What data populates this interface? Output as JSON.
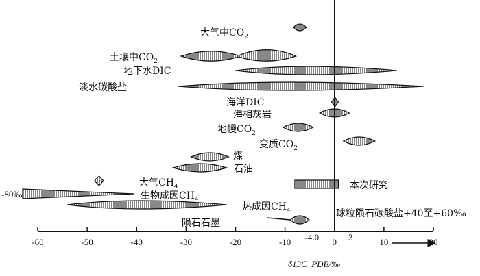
{
  "chart_data": {
    "type": "range",
    "title": "",
    "xlabel": "δ13C_PDB/‰",
    "xlabel_parts": {
      "delta": "δ",
      "sup": "13",
      "main": "C",
      "sub": "PDB",
      "unit": "/‰"
    },
    "xlim": [
      -60,
      20
    ],
    "xticks": [
      -60,
      -50,
      -40,
      -30,
      -20,
      -10,
      0,
      10,
      20
    ],
    "extra_tick_labels": [
      {
        "value": -4.0,
        "label": "-4.0"
      },
      {
        "value": 3,
        "label": "3"
      }
    ],
    "series": [
      {
        "name": "大气中CO2",
        "label": "大气中CO",
        "sub": "2",
        "range": [
          -8.3,
          -5.7
        ],
        "shape": "lens"
      },
      {
        "name": "土壤中CO2",
        "label": "土壤中CO",
        "sub": "2",
        "range": [
          -31,
          -7.8
        ],
        "shape": "double"
      },
      {
        "name": "地下水DIC",
        "label": "地下水DIC",
        "sub": "",
        "range": [
          -20,
          12.6
        ],
        "shape": "long"
      },
      {
        "name": "淡水碳酸盐",
        "label": "淡水碳酸盐",
        "sub": "",
        "range": [
          -31.6,
          18
        ],
        "shape": "long"
      },
      {
        "name": "海洋DIC",
        "label": "海洋DIC",
        "sub": "",
        "range": [
          -0.5,
          0.7
        ],
        "shape": "diamond"
      },
      {
        "name": "海相灰岩",
        "label": "海相灰岩",
        "sub": "",
        "range": [
          -3,
          3
        ],
        "shape": "lens"
      },
      {
        "name": "地幔CO2",
        "label": "地幔CO",
        "sub": "2",
        "range": [
          -10.4,
          -4.3
        ],
        "shape": "lens"
      },
      {
        "name": "变质CO2",
        "label": "变质CO",
        "sub": "2",
        "range": [
          1.8,
          8.2
        ],
        "shape": "lens"
      },
      {
        "name": "煤",
        "label": "煤",
        "sub": "",
        "range": [
          -29,
          -21.4
        ],
        "shape": "lens"
      },
      {
        "name": "石油",
        "label": "石油",
        "sub": "",
        "range": [
          -32.6,
          -21.8
        ],
        "shape": "lens"
      },
      {
        "name": "大气CH4",
        "label": "大气CH",
        "sub": "4",
        "range": [
          -48.5,
          -46.7
        ],
        "shape": "diamond"
      },
      {
        "name": "生物成因CH4",
        "label": "生物成因CH",
        "sub": "4",
        "range": [
          -80,
          -40.5
        ],
        "shape": "wedge",
        "note": "-80‰"
      },
      {
        "name": "热成因CH4",
        "label": "热成因CH",
        "sub": "4",
        "range": [
          -54,
          -21.8
        ],
        "shape": "long"
      },
      {
        "name": "陨石石墨",
        "label": "陨石石墨",
        "sub": "",
        "range": [
          -13.6,
          -5.1
        ],
        "shape": "tail"
      },
      {
        "name": "本次研究",
        "label": "本次研究",
        "sub": "",
        "range": [
          -4.0,
          3
        ],
        "shape": "box"
      }
    ],
    "annotation": {
      "text": "球粒陨石碳酸盐+40至+60‰",
      "range": [
        40,
        60
      ],
      "arrow": "right"
    }
  }
}
